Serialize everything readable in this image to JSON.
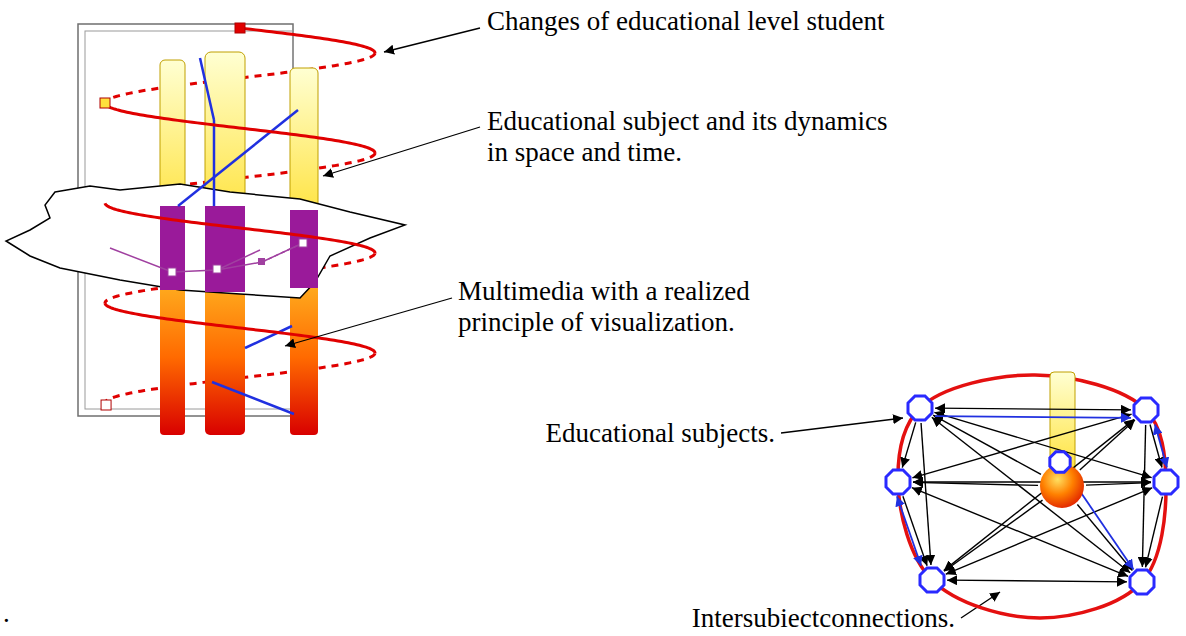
{
  "diagram": {
    "labels": [
      "Changes of educational level student",
      "Educational subject and its dynamics in space and time.",
      "Multimedia with a realized principle of visualization.",
      "Educational subjects.",
      "Intersubiectconnections.",
      "."
    ]
  }
}
